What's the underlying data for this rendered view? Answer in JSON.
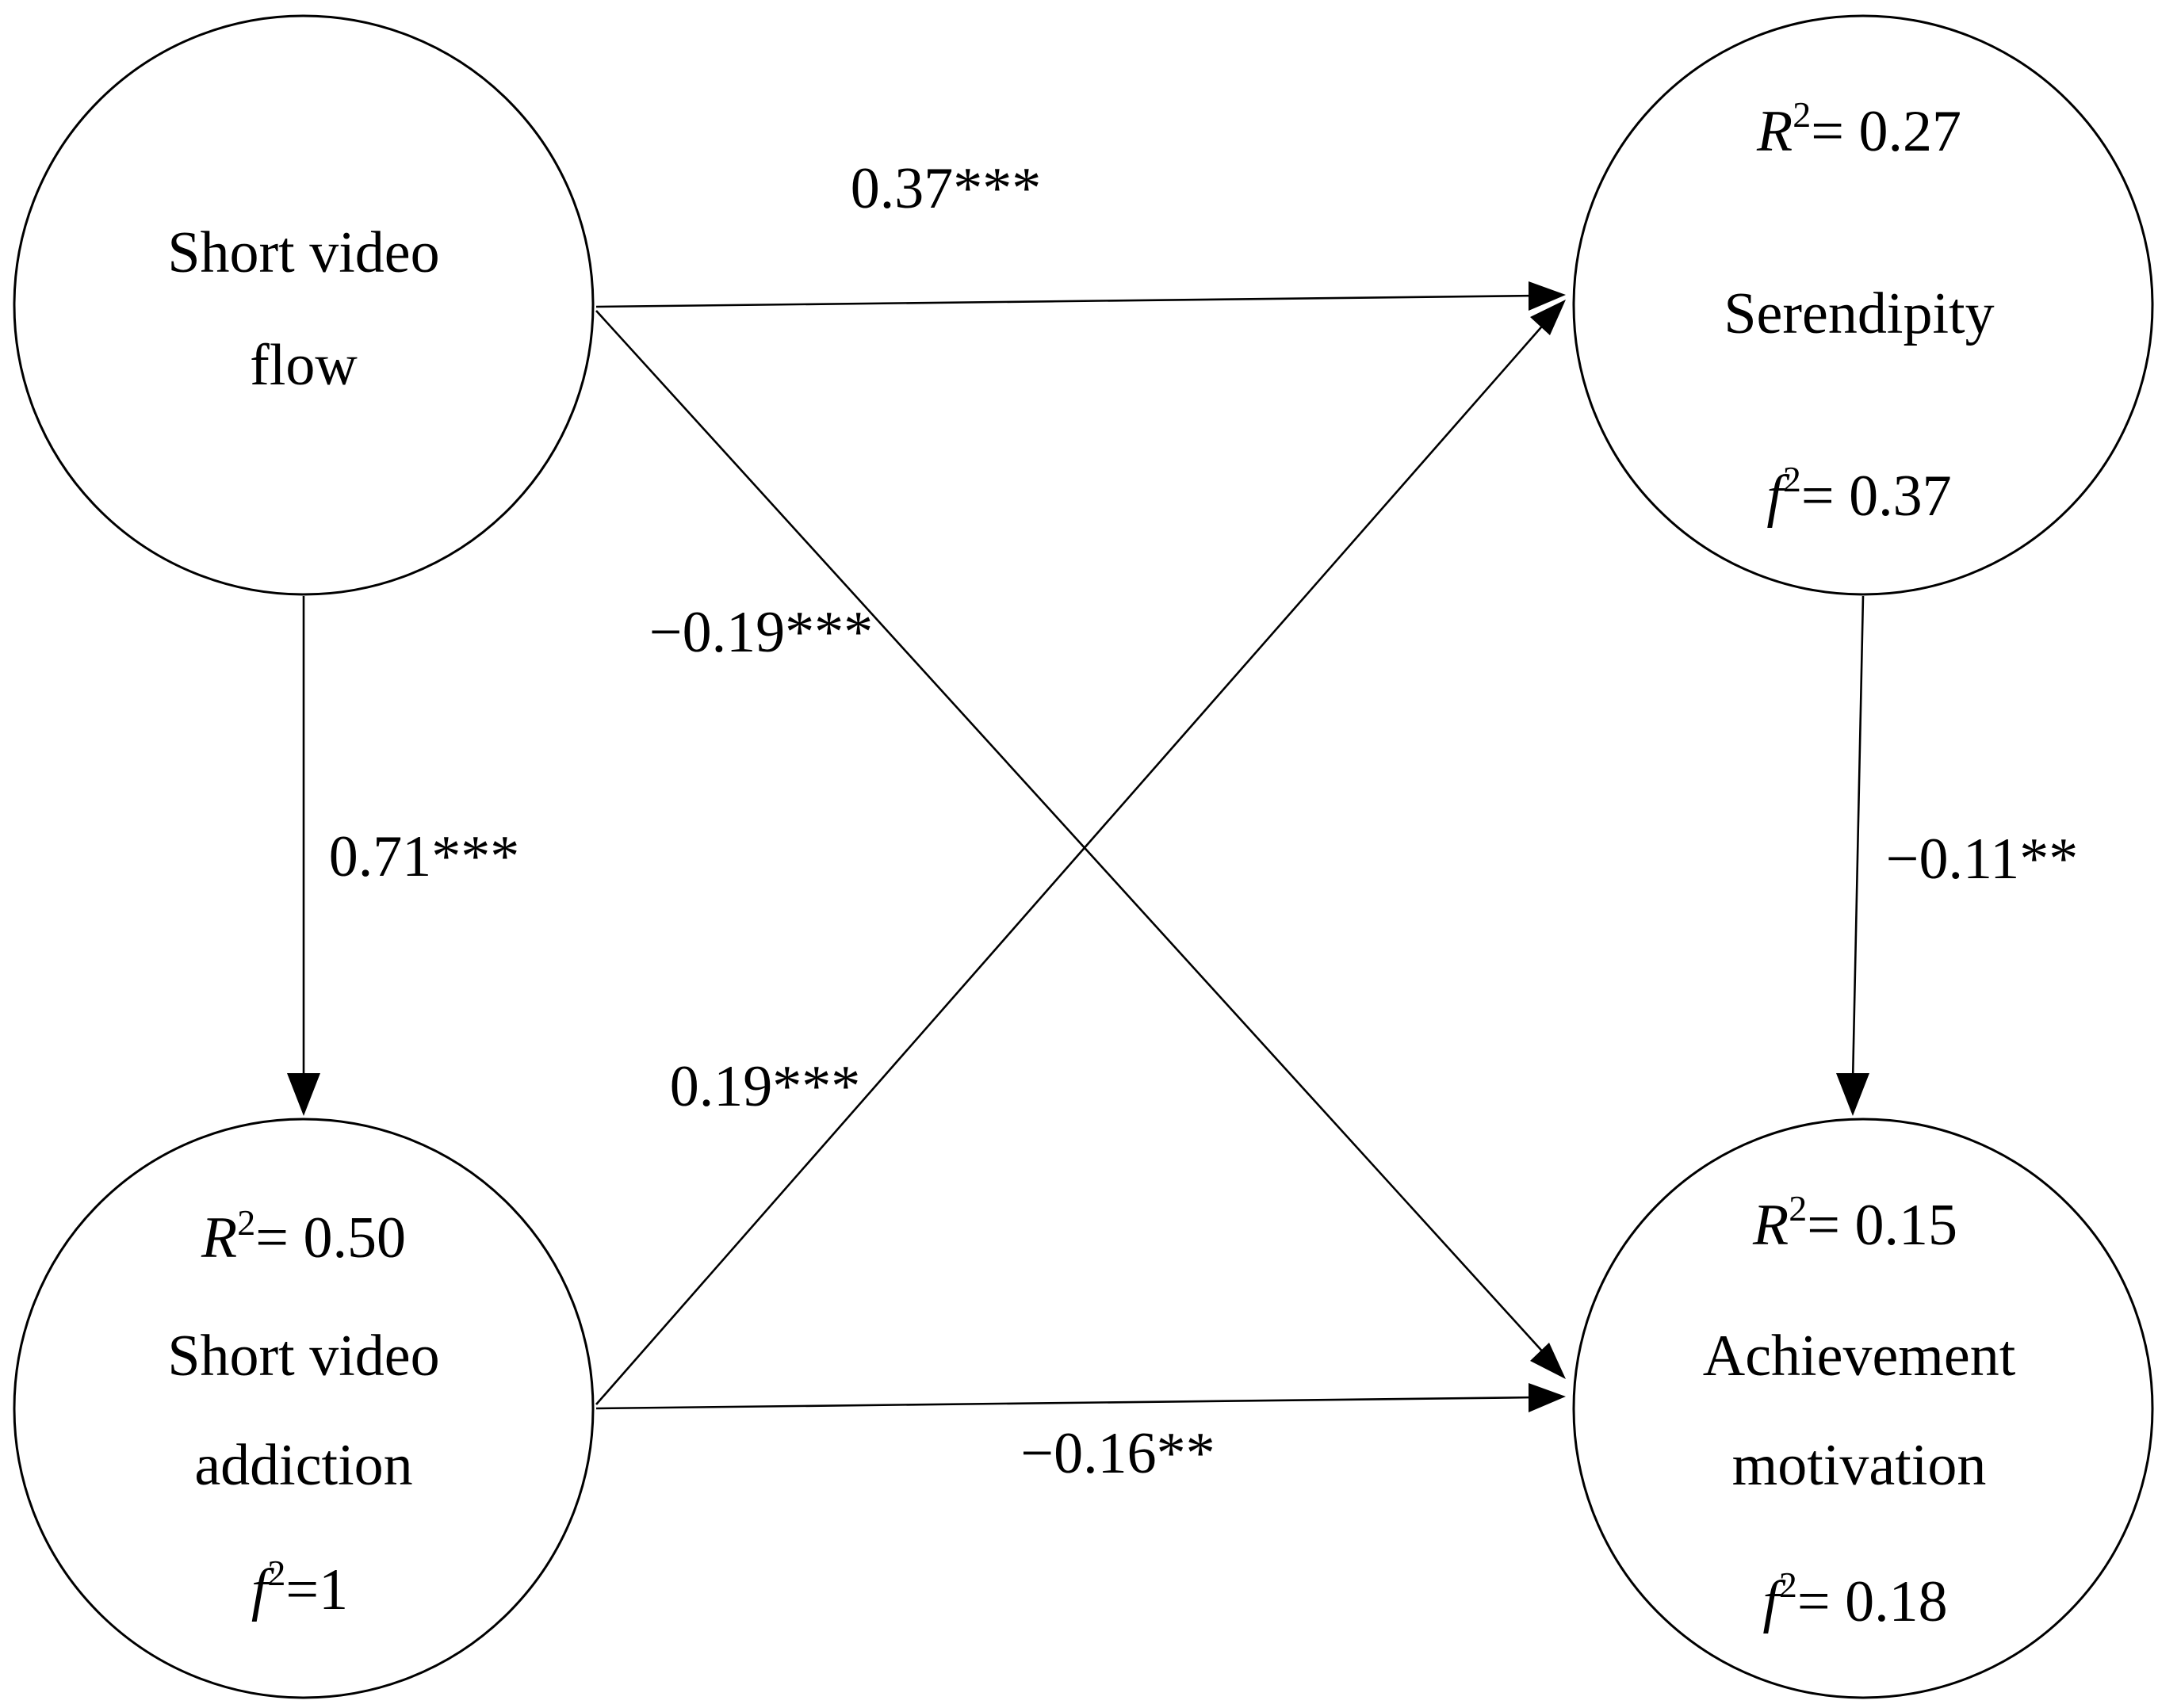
{
  "nodes": {
    "flow": {
      "lines": [
        "Short video",
        "flow"
      ]
    },
    "addiction": {
      "lines": [
        "Short video",
        "addiction"
      ],
      "r2_symbol": "R",
      "r2_sup": "2",
      "r2_value": "= 0.50",
      "f2_symbol": "f",
      "f2_sup": "2",
      "f2_value": "=1"
    },
    "serendipity": {
      "lines": [
        "Serendipity"
      ],
      "r2_symbol": "R",
      "r2_sup": "2",
      "r2_value": "= 0.27",
      "f2_symbol": "f",
      "f2_sup": "2",
      "f2_value": "= 0.37"
    },
    "achievement": {
      "lines": [
        "Achievement",
        "motivation"
      ],
      "r2_symbol": "R",
      "r2_sup": "2",
      "r2_value": "= 0.15",
      "f2_symbol": "f",
      "f2_sup": "2",
      "f2_value": "= 0.18"
    }
  },
  "paths": {
    "flow_to_serendipity": "0.37***",
    "flow_to_achievement": "−0.19***",
    "flow_to_addiction": "0.71***",
    "addiction_to_serendipity": "0.19***",
    "serendipity_to_achievement": "−0.11**",
    "addiction_to_achievement": "−0.16**"
  },
  "colors": {
    "stroke": "#000000",
    "background": "#ffffff"
  }
}
